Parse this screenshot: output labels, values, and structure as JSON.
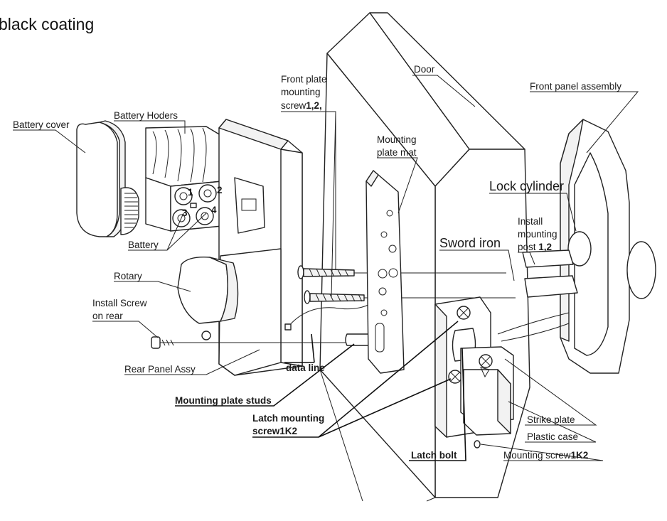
{
  "title": "black coating",
  "labels": {
    "battery_cover": "Battery cover",
    "battery_holders": "Battery Hoders",
    "battery": "Battery",
    "battery_numbers": [
      "1",
      "2",
      "3",
      "4"
    ],
    "rotary": "Rotary",
    "install_screw_1": "Install Screw",
    "install_screw_2": "on rear",
    "rear_panel_assy": "Rear Panel Assy",
    "data_line": "data line",
    "mounting_plate_studs": "Mounting plate studs",
    "front_plate_screw_1": "Front plate",
    "front_plate_screw_2": "mounting",
    "front_plate_screw_3": "screw",
    "front_plate_screw_3b": "1,2,",
    "mounting_plate_mat_1": "Mounting",
    "mounting_plate_mat_2": "plate mat",
    "door": "Door",
    "front_panel_assembly": "Front panel assembly",
    "lock_cylinder": "Lock cylinder",
    "install_post_1": "Install",
    "install_post_2": "mounting",
    "install_post_3": "post ",
    "install_post_3b": "1,2",
    "sword_iron": "Sword iron",
    "latch_screw_1": "Latch mounting",
    "latch_screw_2": "screw1K2",
    "latch_bolt": "Latch bolt",
    "strike_plate": "Strike plate",
    "plastic_case": "Plastic case",
    "mounting_screw": "Mounting screw",
    "mounting_screw_b": "1K2"
  }
}
